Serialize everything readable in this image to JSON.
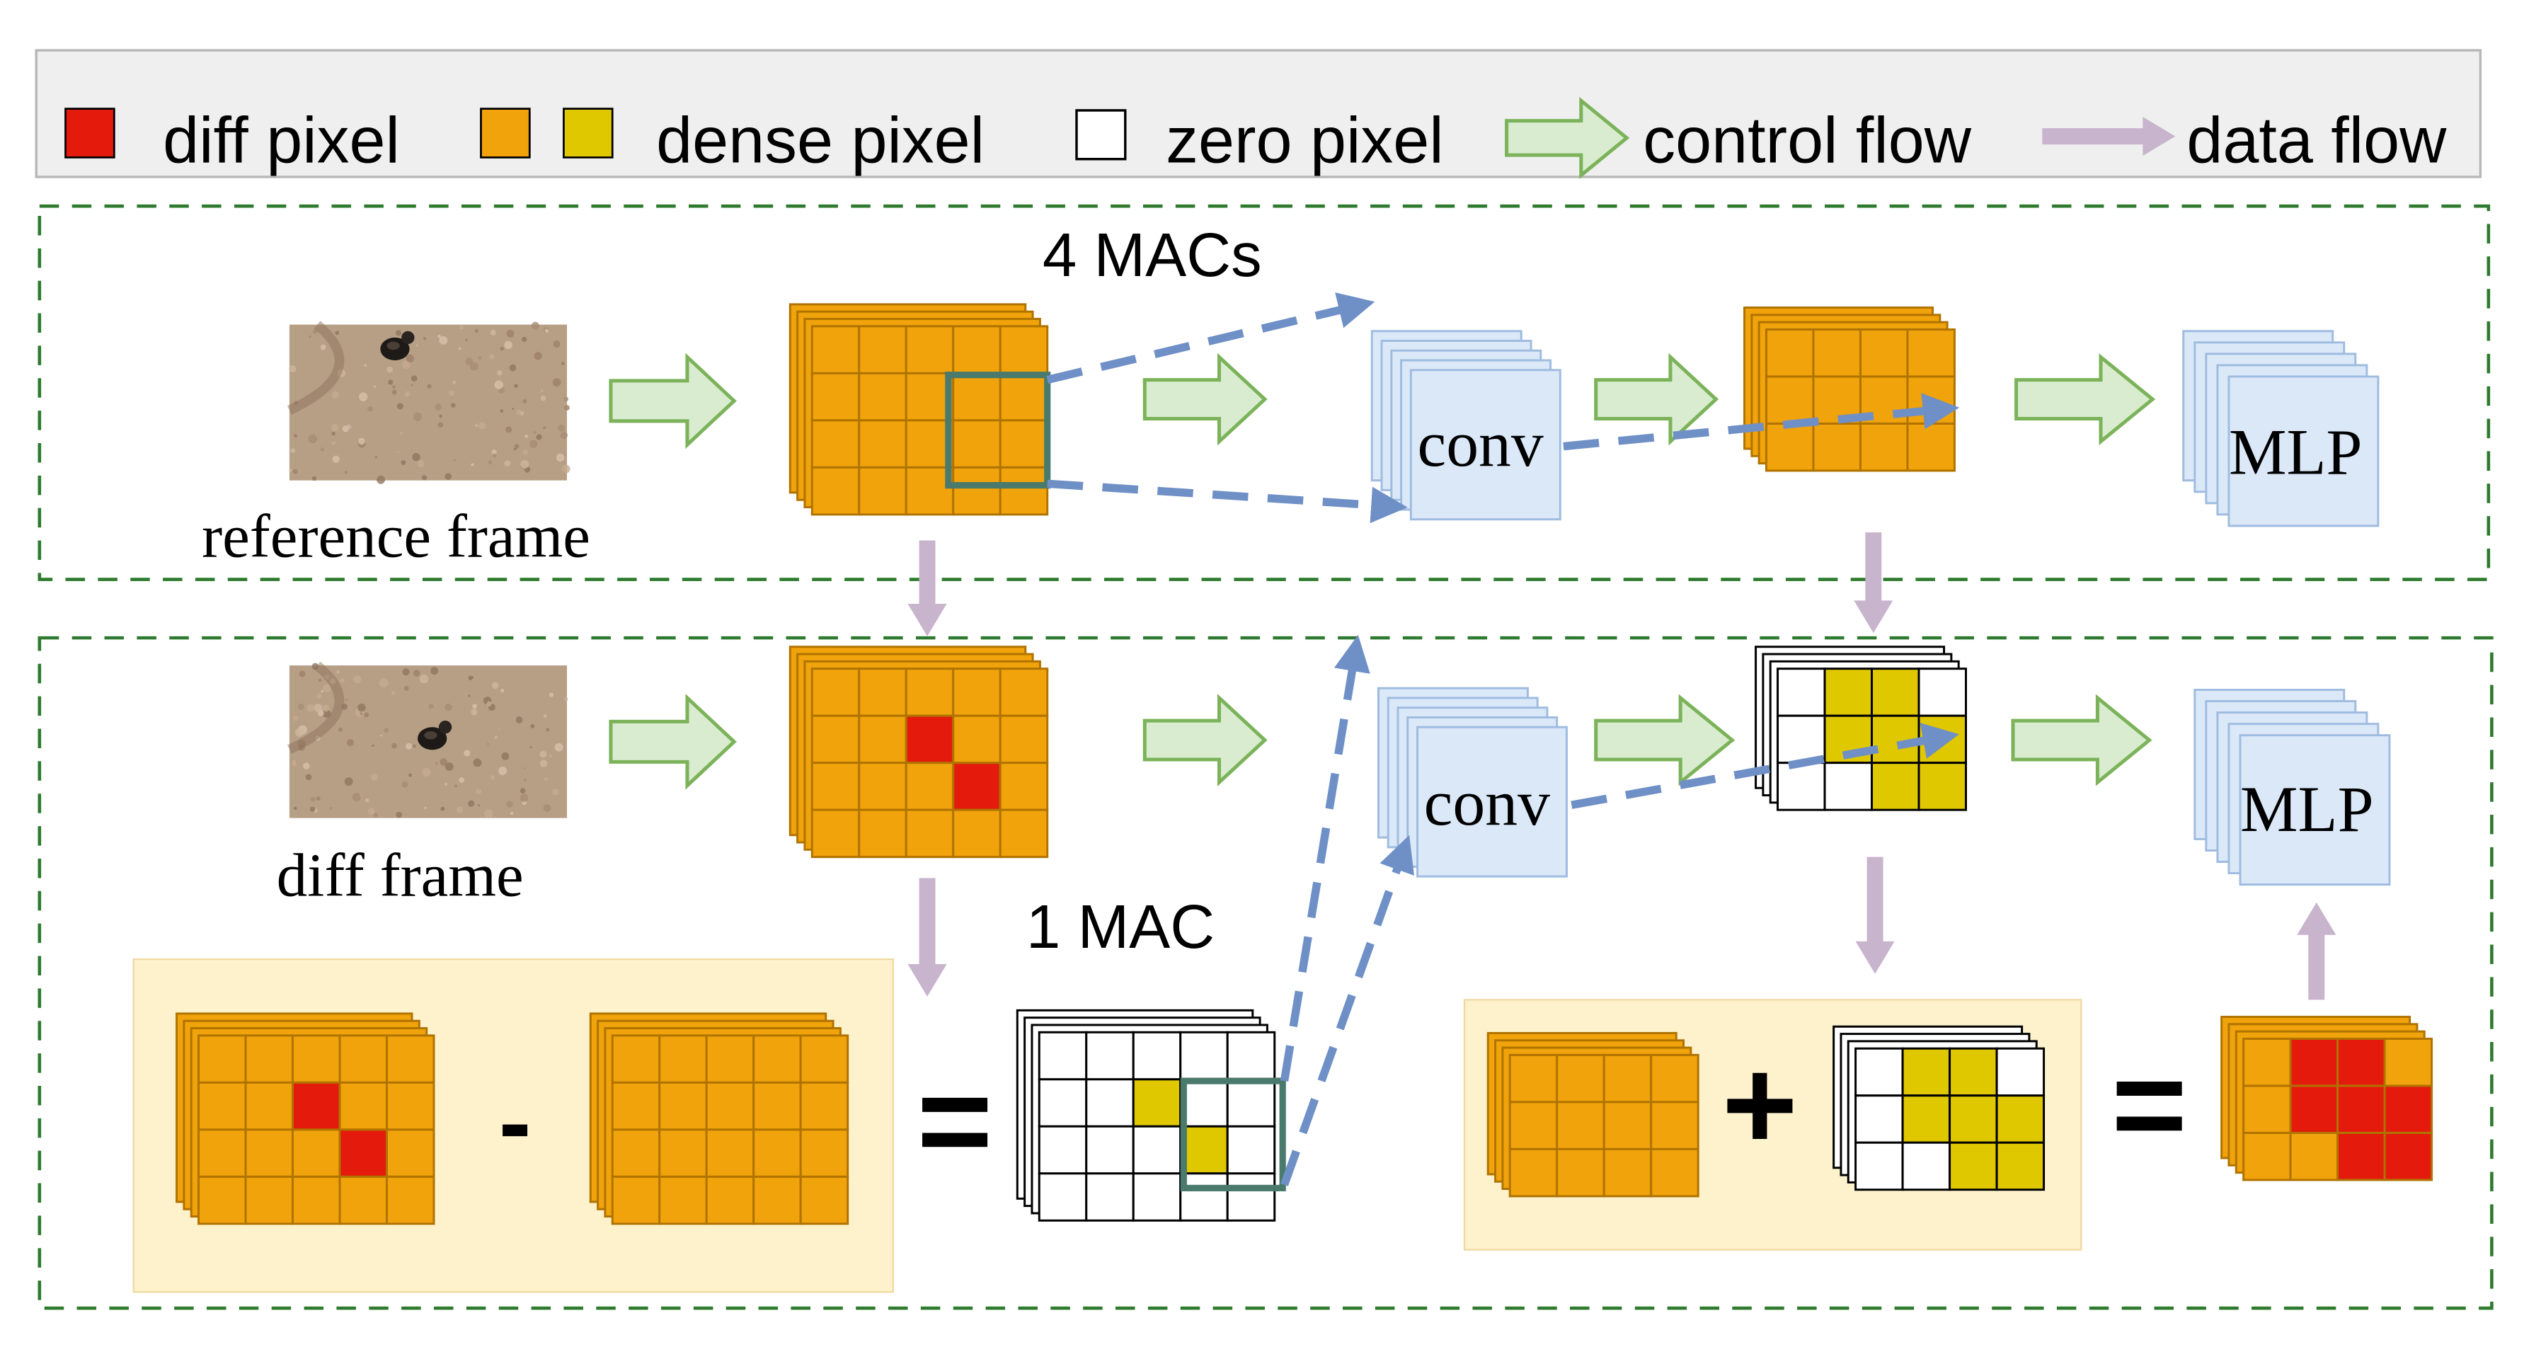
{
  "legend": {
    "diff_pixel": "diff pixel",
    "dense_pixel": "dense pixel",
    "zero_pixel": "zero pixel",
    "control_flow": "control flow",
    "data_flow": "data flow"
  },
  "top_row": {
    "frame_label": "reference frame",
    "macs_label": "4 MACs",
    "conv_label": "conv",
    "mlp_label": "MLP"
  },
  "bottom_row": {
    "frame_label": "diff frame",
    "macs_label": "1 MAC",
    "conv_label": "conv",
    "mlp_label": "MLP"
  },
  "equations": {
    "minus": "-",
    "equals": "=",
    "plus": "+"
  },
  "colors": {
    "diff": "#e41a0c",
    "dense_orange": "#f0a30a",
    "dense_yellow": "#e0c800",
    "zero": "#ffffff",
    "control_arrow_fill": "#d9ecd0",
    "control_arrow_stroke": "#7cb35a",
    "data_arrow": "#c8b4cc",
    "dashed_arrow": "#6f90c6",
    "layer_fill": "#dbe8f8",
    "layer_stroke": "#9fbce0",
    "section_border": "#2e7a2e",
    "highlight_box": "#4a7a6c",
    "panel_bg": "#fdf2cc"
  },
  "icons": [
    "diff-pixel-swatch-icon",
    "dense-pixel-swatch-icon",
    "zero-pixel-swatch-icon",
    "control-flow-arrow-icon",
    "data-flow-arrow-icon",
    "turtle-photo"
  ]
}
